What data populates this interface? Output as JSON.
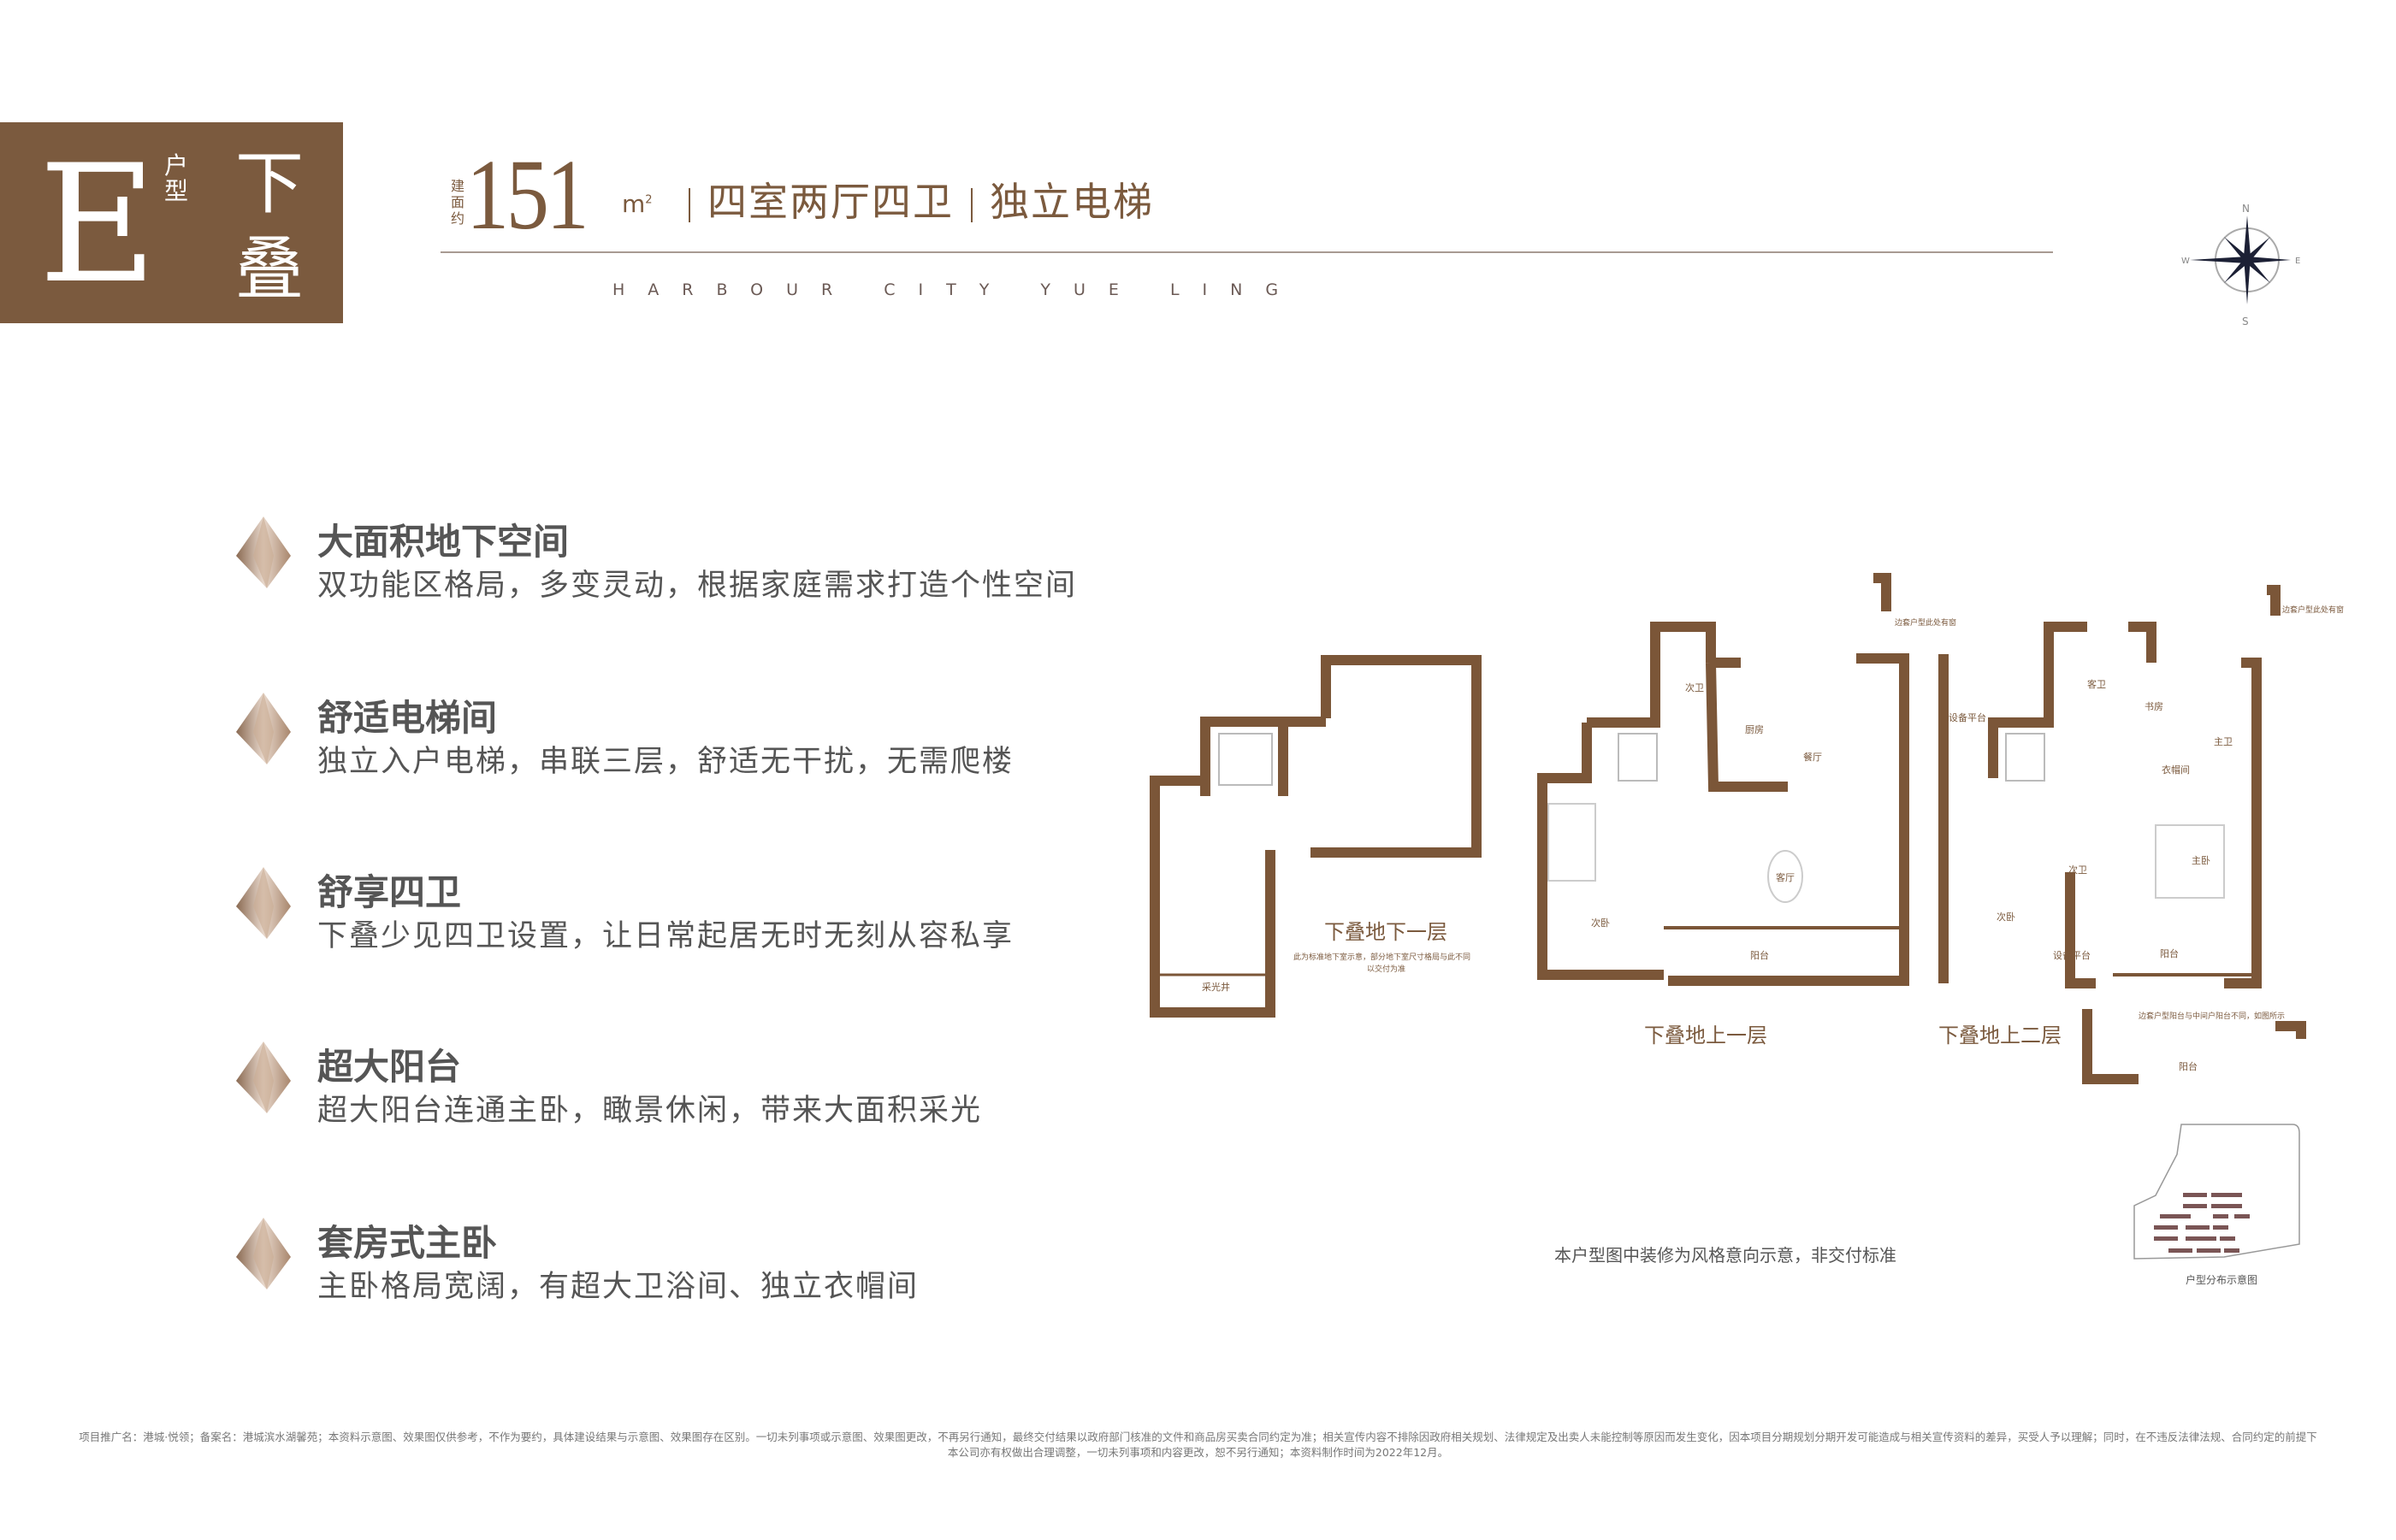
{
  "header": {
    "unit_letter": "E",
    "unit_type_label": "户型",
    "unit_category": "下叠",
    "area_label": "建面约",
    "area_value": "151",
    "area_unit": "m",
    "area_unit_sup": "2",
    "rooms_summary": "四室两厅四卫",
    "feature_summary": "独立电梯",
    "project_en": "HARBOUR CITY YUE LING"
  },
  "compass": {
    "n": "N",
    "s": "S",
    "e": "E",
    "w": "W"
  },
  "features": [
    {
      "title": "大面积地下空间",
      "desc": "双功能区格局，多变灵动，根据家庭需求打造个性空间"
    },
    {
      "title": "舒适电梯间",
      "desc": "独立入户电梯，串联三层，舒适无干扰，无需爬楼"
    },
    {
      "title": "舒享四卫",
      "desc": "下叠少见四卫设置，让日常起居无时无刻从容私享"
    },
    {
      "title": "超大阳台",
      "desc": "超大阳台连通主卧，瞰景休闲，带来大面积采光"
    },
    {
      "title": "套房式主卧",
      "desc": "主卧格局宽阔，有超大卫浴间、独立衣帽间"
    }
  ],
  "plans": {
    "basement": {
      "title": "下叠地下一层",
      "note1": "此为标准地下室示意，部分地下室尺寸格局与此不同",
      "note2": "以交付为准",
      "rooms": [
        "采光井"
      ]
    },
    "level1": {
      "title": "下叠地上一层",
      "rooms": [
        "次卫",
        "厨房",
        "餐厅",
        "客厅",
        "次卧",
        "阳台"
      ],
      "window_note": "边套户型此处有窗"
    },
    "level2": {
      "title": "下叠地上二层",
      "rooms": [
        "设备平台",
        "客卫",
        "书房",
        "主卫",
        "衣帽间",
        "主卧",
        "次卫",
        "次卧",
        "设备平台",
        "阳台",
        "阳台"
      ],
      "window_note": "边套户型此处有窗",
      "balcony_note": "边套户型阳台与中间户阳台不同，如图所示"
    }
  },
  "decor_note": "本户型图中装修为风格意向示意，非交付标准",
  "site_map_label": "户型分布示意图",
  "footer": {
    "line1": "项目推广名：港城·悦领；备案名：港城滨水湖馨苑；本资料示意图、效果图仅供参考，不作为要约，具体建设结果与示意图、效果图存在区别。一切未列事项或示意图、效果图更改，不再另行通知，最终交付结果以政府部门核准的文件和商品房买卖合同约定为准；相关宣传内容不排除因政府相关规划、法律规定及出卖人未能控制等原因而发生变化，因本项目分期规划分期开发可能造成与相关宣传资料的差异，买受人予以理解；同时，在不违反法律法规、合同约定的前提下",
    "line2": "本公司亦有权做出合理调整，一切未列事项和内容更改，恕不另行通知；本资料制作时间为2022年12月。"
  },
  "colors": {
    "brand": "#7b5a3e",
    "wall": "#7b5638",
    "text": "#555555"
  }
}
